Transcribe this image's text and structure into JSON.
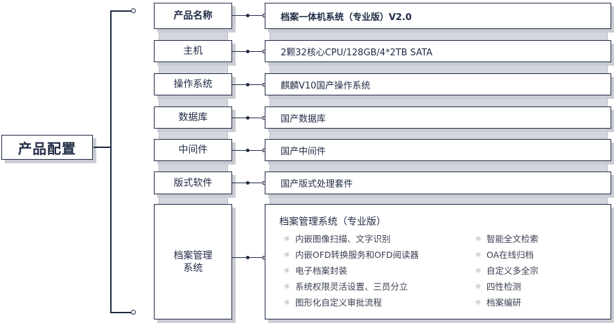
{
  "root": {
    "label": "产品配置"
  },
  "rows": [
    {
      "label": "产品名称",
      "value": "档案一体机系统（专业版）V2.0"
    },
    {
      "label": "主机",
      "value": "2颗32核心CPU/128GB/4*2TB SATA"
    },
    {
      "label": "操作系统",
      "value": "麒麟V10国产操作系统"
    },
    {
      "label": "数据库",
      "value": "国产数据库"
    },
    {
      "label": "中间件",
      "value": "国产中间件"
    },
    {
      "label": "版式软件",
      "value": "国产版式处理套件"
    }
  ],
  "archive": {
    "label_line1": "档案管理",
    "label_line2": "系统",
    "title": "档案管理系统（专业版）",
    "features_left": [
      "内嵌图像扫描、文字识别",
      "内嵌OFD转换服务和OFD阅读器",
      "电子档案封装",
      "系统权限灵活设置、三员分立",
      "图形化自定义审批流程"
    ],
    "features_right": [
      "智能全文检索",
      "OA在线归档",
      "自定义多全宗",
      "四性检测",
      "档案编研"
    ]
  }
}
